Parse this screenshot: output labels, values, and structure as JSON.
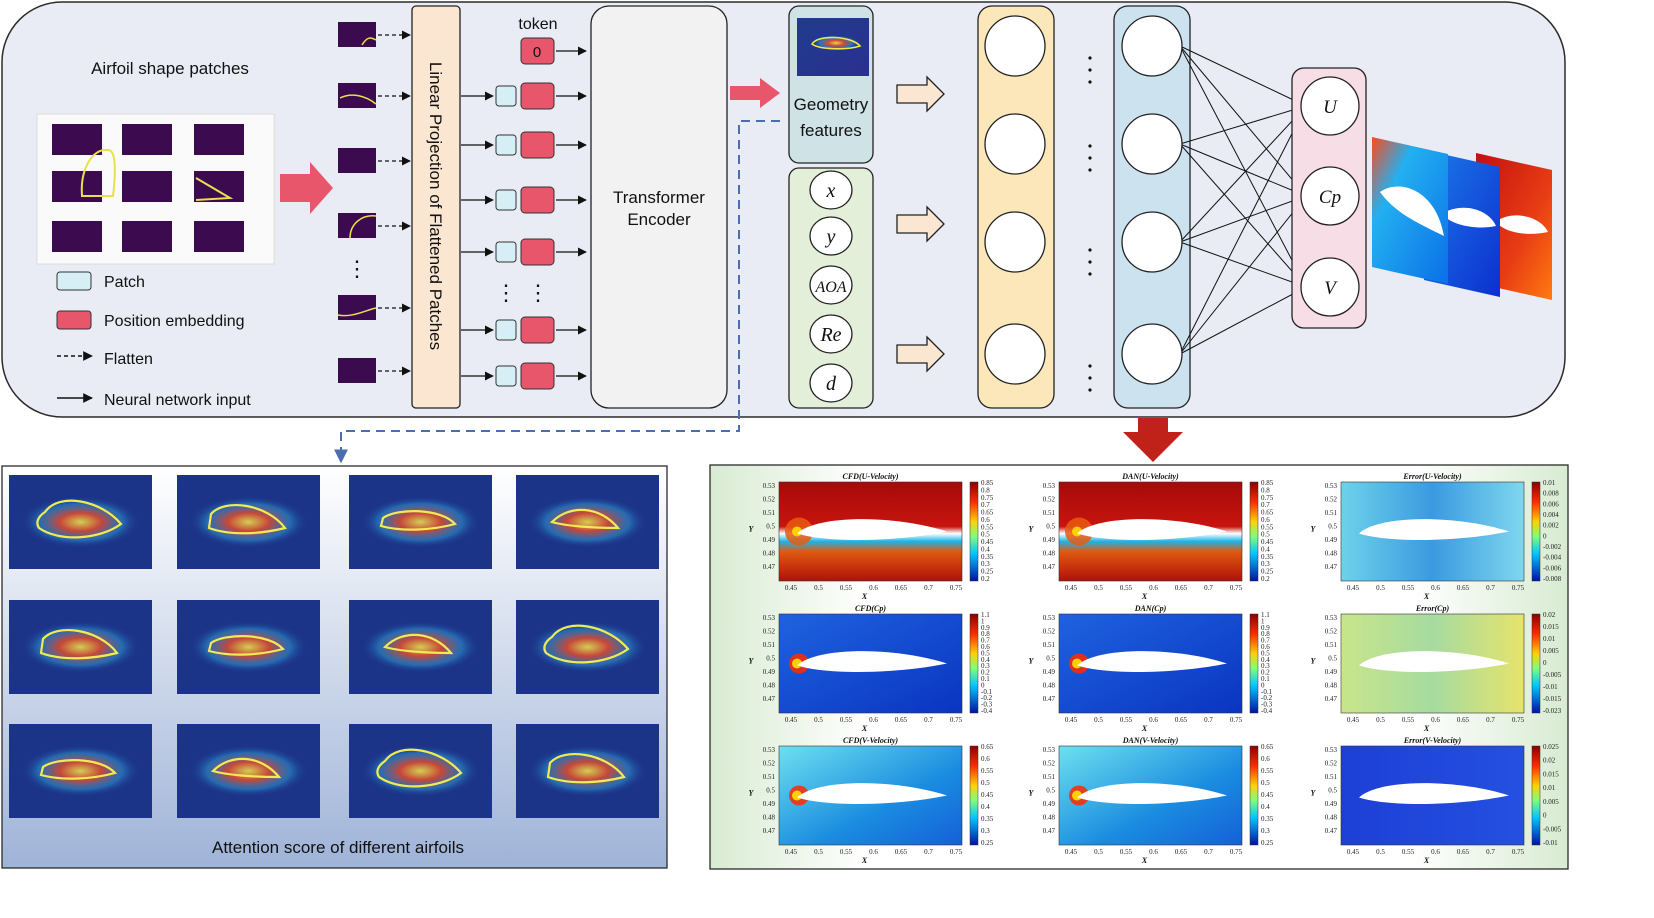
{
  "top_panel": {
    "airfoil_patches_title": "Airfoil shape patches",
    "legend": {
      "patch": "Patch",
      "position_embedding": "Position embedding",
      "flatten": "Flatten",
      "neural_input": "Neural network input"
    },
    "vdots": "⋮",
    "linear_projection": "Linear Projection of Flattened Patches",
    "token_label": "token",
    "token_value": "0",
    "transformer": [
      "Transformer",
      "Encoder"
    ],
    "geometry": [
      "Geometry",
      "features"
    ],
    "inputs": [
      "x",
      "y",
      "AOA",
      "Re",
      "d"
    ],
    "outputs": [
      "U",
      "Cp",
      "V"
    ],
    "colors": {
      "patch_fill": "#3b0a4f",
      "patch_box": "#d6eef6",
      "position_embedding": "#e8566c",
      "red_arrow": "#e8566c",
      "projection_fill": "#fbe6d2",
      "geometry_fill": "#cfe3e6",
      "inputs_fill": "#e3efd9",
      "layer1_fill": "#fbe7b9",
      "layer2_fill": "#cce3ef",
      "output_fill": "#f6dde6",
      "panel_bg": "#e9ecf4",
      "down_arrow": "#c0221a",
      "dashed_line": "#4a6fb0"
    }
  },
  "attention_panel": {
    "caption": "Attention score of different airfoils"
  },
  "results_panel": {
    "titles": [
      [
        "CFD(U-Velocity)",
        "DAN(U-Velocity)",
        "Error(U-Velocity)"
      ],
      [
        "CFD(Cp)",
        "DAN(Cp)",
        "Error(Cp)"
      ],
      [
        "CFD(V-Velocity)",
        "DAN(V-Velocity)",
        "Error(V-Velocity)"
      ]
    ],
    "x_axis_label": "X",
    "y_axis_label": "Y",
    "x_ticks": [
      "0.45",
      "0.5",
      "0.55",
      "0.6",
      "0.65",
      "0.7",
      "0.75"
    ],
    "y_ticks": [
      "0.53",
      "0.52",
      "0.51",
      "0.5",
      "0.49",
      "0.48",
      "0.47"
    ],
    "colorbars": [
      [
        [
          "0.85",
          "0.8",
          "0.75",
          "0.7",
          "0.65",
          "0.6",
          "0.55",
          "0.5",
          "0.45",
          "0.4",
          "0.35",
          "0.3",
          "0.25",
          "0.2"
        ],
        [
          "0.85",
          "0.8",
          "0.75",
          "0.7",
          "0.65",
          "0.6",
          "0.55",
          "0.5",
          "0.45",
          "0.4",
          "0.35",
          "0.3",
          "0.25",
          "0.2"
        ],
        [
          "0.01",
          "0.008",
          "0.006",
          "0.004",
          "0.002",
          "0",
          "-0.002",
          "-0.004",
          "-0.006",
          "-0.008"
        ]
      ],
      [
        [
          "1.1",
          "1",
          "0.9",
          "0.8",
          "0.7",
          "0.6",
          "0.5",
          "0.4",
          "0.3",
          "0.2",
          "0.1",
          "0",
          "-0.1",
          "-0.2",
          "-0.3",
          "-0.4"
        ],
        [
          "1.1",
          "1",
          "0.9",
          "0.8",
          "0.7",
          "0.6",
          "0.5",
          "0.4",
          "0.3",
          "0.2",
          "0.1",
          "0",
          "-0.1",
          "-0.2",
          "-0.3",
          "-0.4"
        ],
        [
          "0.02",
          "0.015",
          "0.01",
          "0.005",
          "0",
          "-0.005",
          "-0.01",
          "-0.015",
          "-0.023"
        ]
      ],
      [
        [
          "0.65",
          "0.6",
          "0.55",
          "0.5",
          "0.45",
          "0.4",
          "0.35",
          "0.3",
          "0.25"
        ],
        [
          "0.65",
          "0.6",
          "0.55",
          "0.5",
          "0.45",
          "0.4",
          "0.35",
          "0.3",
          "0.25"
        ],
        [
          "0.025",
          "0.02",
          "0.015",
          "0.01",
          "0.005",
          "0",
          "-0.005",
          "-0.01"
        ]
      ]
    ]
  }
}
